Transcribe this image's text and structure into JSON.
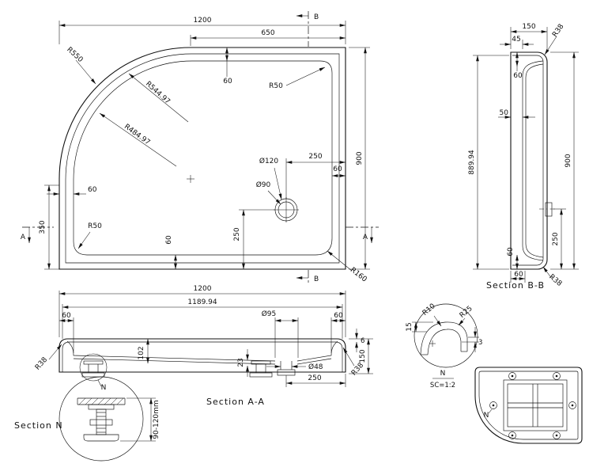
{
  "plan": {
    "d1200": "1200",
    "d650": "650",
    "d900": "900",
    "d350": "350",
    "d250": "250",
    "d60": "60",
    "r550": "R550",
    "r544": "R544.97",
    "r484": "R484.97",
    "r50": "R50",
    "r160": "R160",
    "dia120": "Ø120",
    "dia90": "Ø90",
    "sec_a": "A",
    "sec_b": "B"
  },
  "section_bb": {
    "title": "Section B-B",
    "d150": "150",
    "d45": "45",
    "d60": "60",
    "d50": "50",
    "d889": "889.94",
    "d900": "900",
    "d250": "250",
    "r38": "R38"
  },
  "section_aa": {
    "title": "Section A-A",
    "d1200": "1200",
    "d1189": "1189.94",
    "d60": "60",
    "dia95": "Ø95",
    "dia48": "Ø48",
    "d102": "102",
    "d23": "23",
    "d6": "6",
    "d150": "150",
    "d250": "250",
    "r38": "R38",
    "n": "N"
  },
  "section_n": {
    "title": "Section N",
    "range": "90-120mm"
  },
  "detail_n": {
    "r10": "R10",
    "r25": "R25",
    "d15": "15",
    "d3": "3",
    "n": "N",
    "scale": "SC=1:2"
  },
  "underside": {
    "n": "N"
  }
}
